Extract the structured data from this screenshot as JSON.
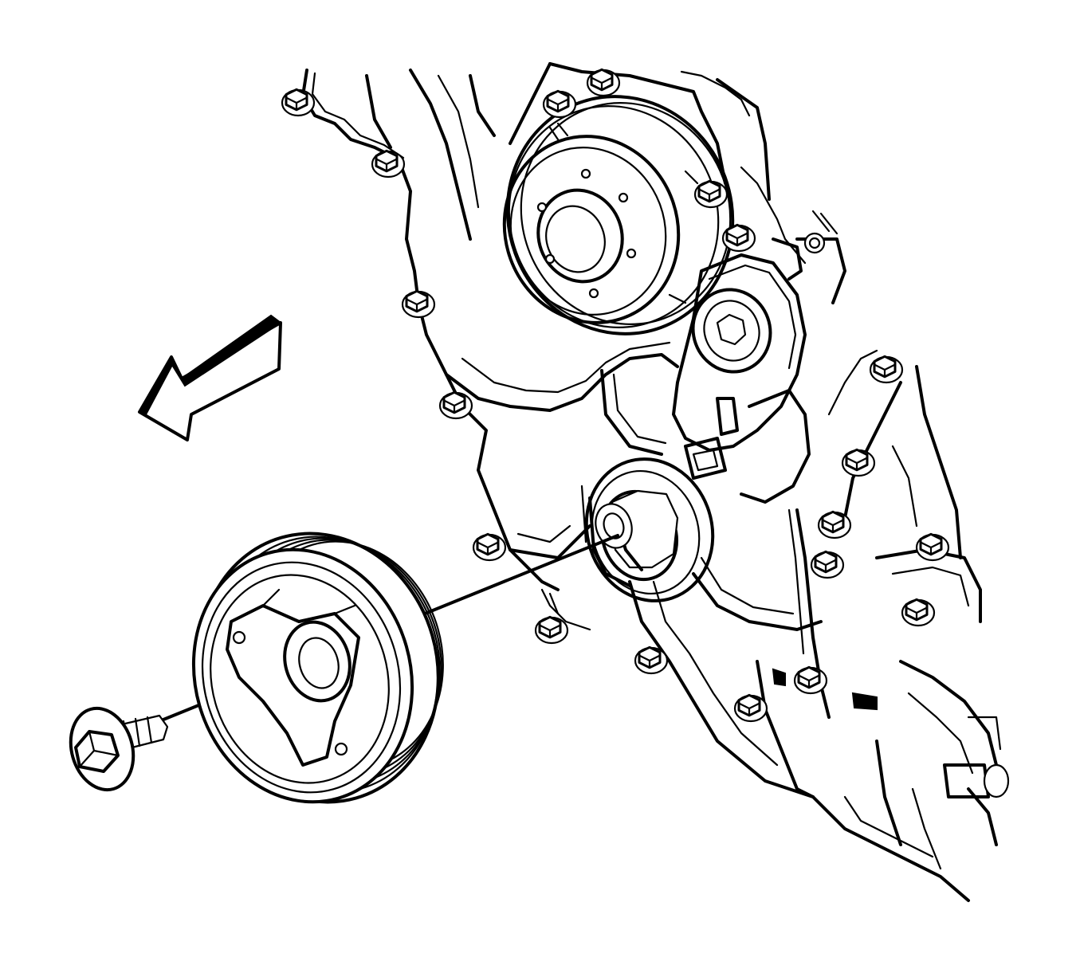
{
  "diagram": {
    "kind": "exploded-view line drawing",
    "stroke_color": "#000000",
    "background_color": "#ffffff",
    "components": [
      "engine-front-cover",
      "upper-pulley",
      "belt-tensioner",
      "crankshaft-nose",
      "crankshaft-balancer",
      "balancer-bolt",
      "direction-arrow"
    ],
    "arrow_direction": "left-down"
  }
}
